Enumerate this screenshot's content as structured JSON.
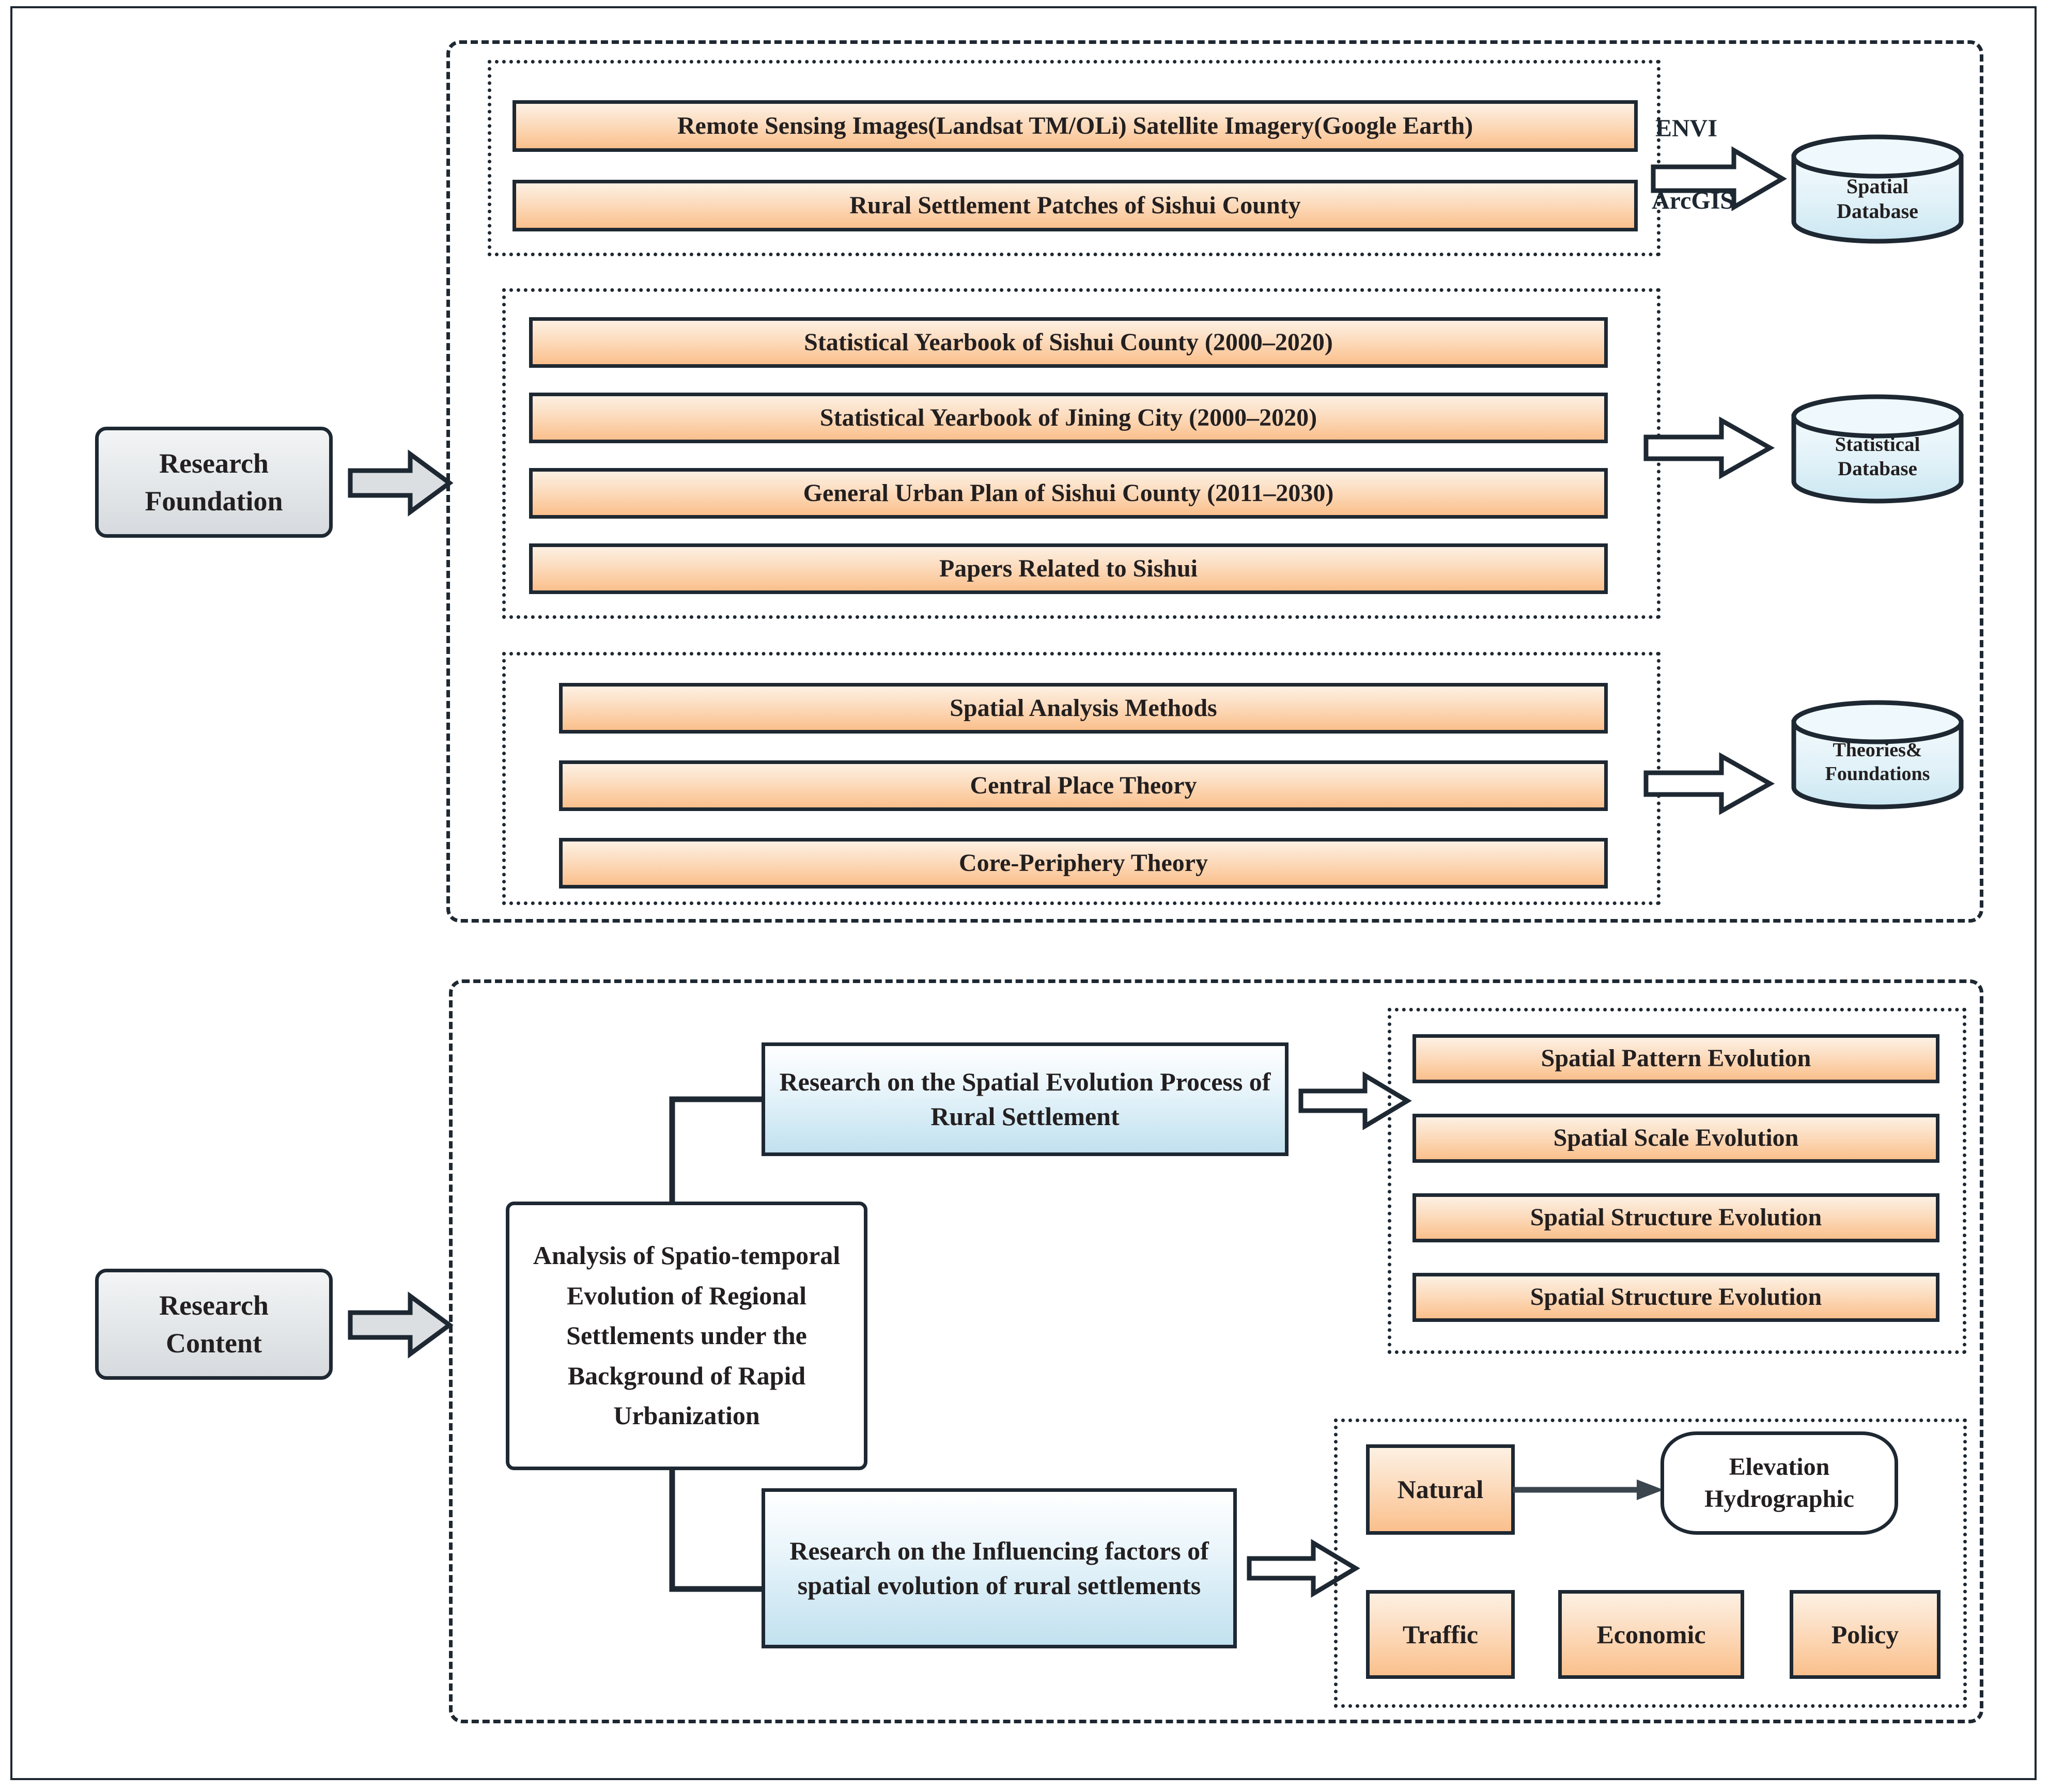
{
  "colors": {
    "stroke": "#1e2832",
    "orange_top": "#fdf0e2",
    "orange_bottom": "#fabf8c",
    "blue_top": "#ffffff",
    "blue_bottom": "#c2e1ef",
    "grey_box": "#e6e9eb",
    "cylinder_fill": "#d6eaf4",
    "page_background": "#ffffff"
  },
  "research_foundation": {
    "label": "Research\nFoundation",
    "label_line1": "Research",
    "label_line2": "Foundation",
    "groups": [
      {
        "name": "remote-sensing-group",
        "items": [
          "Remote Sensing Images(Landsat TM/OLi) Satellite Imagery(Google Earth)",
          "Rural Settlement Patches of Sishui County"
        ],
        "connector_labels": [
          "ENVI",
          "ArcGIS"
        ],
        "output": {
          "line1": "Spatial",
          "line2": "Database"
        }
      },
      {
        "name": "statistical-group",
        "items": [
          "Statistical Yearbook of Sishui County (2000–2020)",
          "Statistical Yearbook of Jining City (2000–2020)",
          "General Urban Plan of Sishui County (2011–2030)",
          "Papers Related to Sishui"
        ],
        "connector_labels": [],
        "output": {
          "line1": "Statistical",
          "line2": "Database"
        }
      },
      {
        "name": "theory-group",
        "items": [
          "Spatial Analysis Methods",
          "Central Place Theory",
          "Core-Periphery Theory"
        ],
        "connector_labels": [],
        "output": {
          "line1": "Theories&",
          "line2": "Foundations"
        }
      }
    ]
  },
  "research_content": {
    "label_line1": "Research",
    "label_line2": "Content",
    "central_box": "Analysis of Spatio-temporal Evolution of Regional Settlements under the Background of Rapid Urbanization",
    "branches": [
      {
        "name": "spatial-evolution-process",
        "title": "Research on the Spatial Evolution Process of Rural Settlement",
        "outputs": [
          "Spatial Pattern Evolution",
          "Spatial Scale Evolution",
          "Spatial Structure Evolution",
          "Spatial Structure Evolution"
        ]
      },
      {
        "name": "influencing-factors",
        "title": "Research on the Influencing factors of spatial evolution of rural settlements",
        "factors": [
          "Natural",
          "Traffic",
          "Economic",
          "Policy"
        ],
        "natural_detail_line1": "Elevation",
        "natural_detail_line2": "Hydrographic"
      }
    ]
  }
}
